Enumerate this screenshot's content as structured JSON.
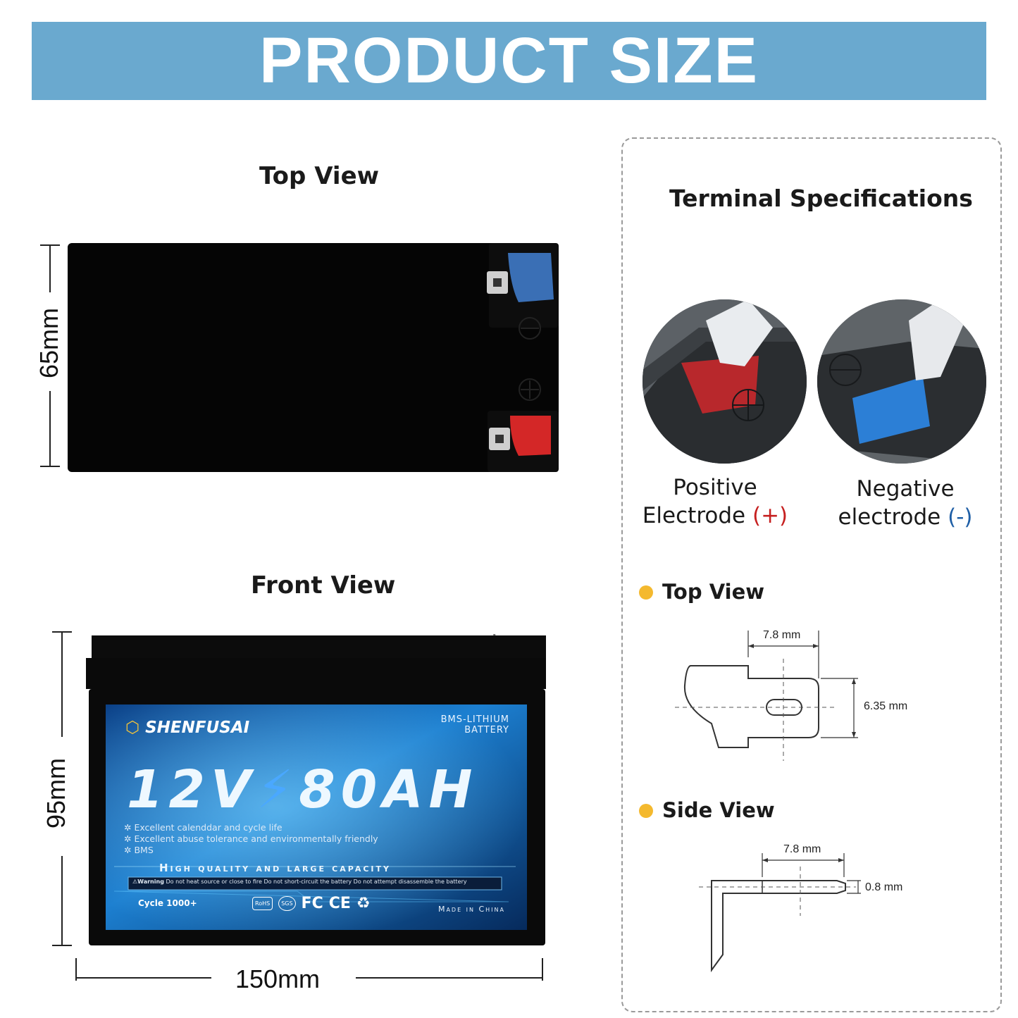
{
  "banner": {
    "title": "PRODUCT SIZE"
  },
  "top_view": {
    "heading": "Top View",
    "height_label": "65mm"
  },
  "front_view": {
    "heading": "Front View",
    "height_label": "95mm",
    "width_label": "150mm"
  },
  "battery_label": {
    "brand": "SHENFUSAI",
    "type_line1": "BMS-LITHIUM",
    "type_line2": "BATTERY",
    "voltage": "12V",
    "capacity": "80AH",
    "features": [
      "Excellent calenddar and cycle life",
      "Excellent abuse tolerance and environmentally friendly",
      "BMS"
    ],
    "tagline": "High quality and large capacity",
    "warning_title": "Warning",
    "warning_text": "Do not heat source or close to fire Do not short-circuit the battery Do not attempt disassemble the battery",
    "cycle": "Cycle 1000+",
    "cert_rohs": "RoHS",
    "cert_sgs": "SGS",
    "cert_fc": "FC",
    "cert_ce": "CE",
    "origin": "Made in China"
  },
  "terminal": {
    "heading": "Terminal Specifications",
    "positive_line1": "Positive",
    "positive_line2": "Electrode",
    "positive_sign": "(+)",
    "negative_line1": "Negative",
    "negative_line2": "electrode",
    "negative_sign": "(-)",
    "top_view_heading": "Top View",
    "top_width": "7.8 mm",
    "top_height": "6.35 mm",
    "side_view_heading": "Side  View",
    "side_width": "7.8 mm",
    "side_thickness": "0.8 mm"
  },
  "colors": {
    "banner": "#6aa9cf",
    "positive": "#c62020",
    "negative": "#1f5fa6",
    "bullet": "#f4b92e"
  }
}
